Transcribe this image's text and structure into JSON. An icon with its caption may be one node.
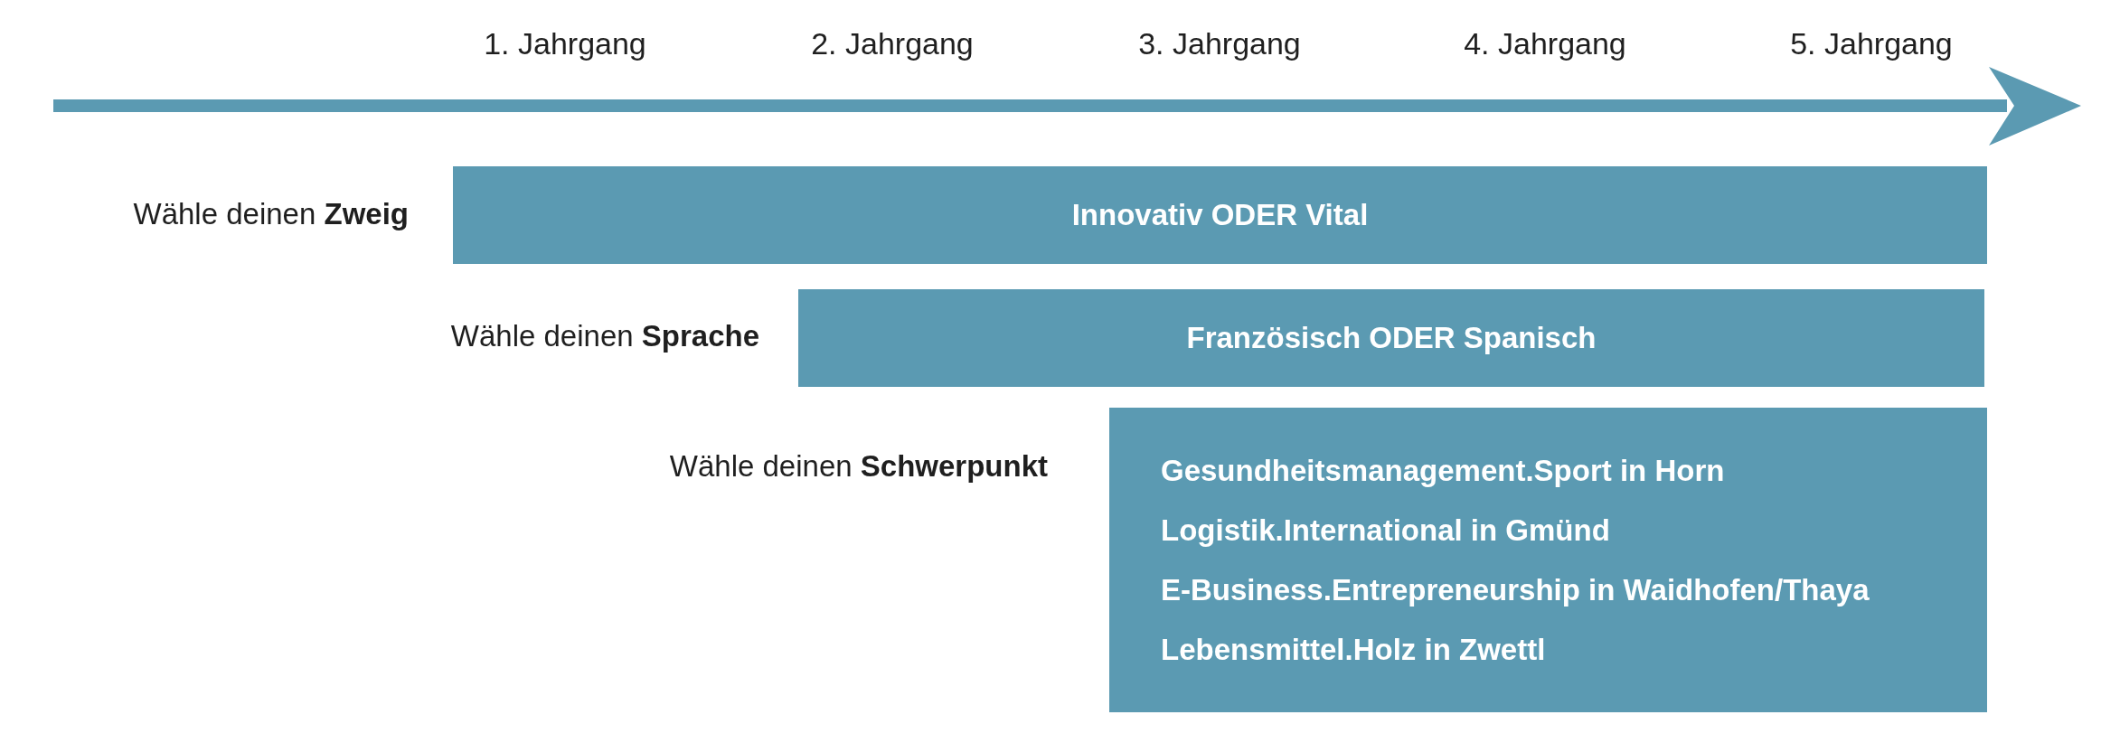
{
  "diagram": {
    "nodes": [
      {
        "text": [
          "Innovativ ODER Vital"
        ],
        "beside": [
          "Wähle deinen **Zweig**"
        ]
      },
      {
        "text": [
          "Französisch ODER Spanisch"
        ],
        "beside": [
          "Wähle deinen **Sprache**"
        ]
      },
      {
        "text": [
          "Gesundheitsmanagement.Sport in Horn",
          "Logistik.International in Gmünd",
          "E-Business.Entrepreneurship in Waidhofen/Thaya",
          "Lebensmittel.Holz in Zwettl"
        ],
        "beside": [
          "Wähle deinen **Schwerpunkt**"
        ]
      }
    ],
    "labels": [
      "1. Jahrgang",
      "2. Jahrgang",
      "3. Jahrgang",
      "4. Jahrgang",
      "5. Jahrgang"
    ]
  }
}
